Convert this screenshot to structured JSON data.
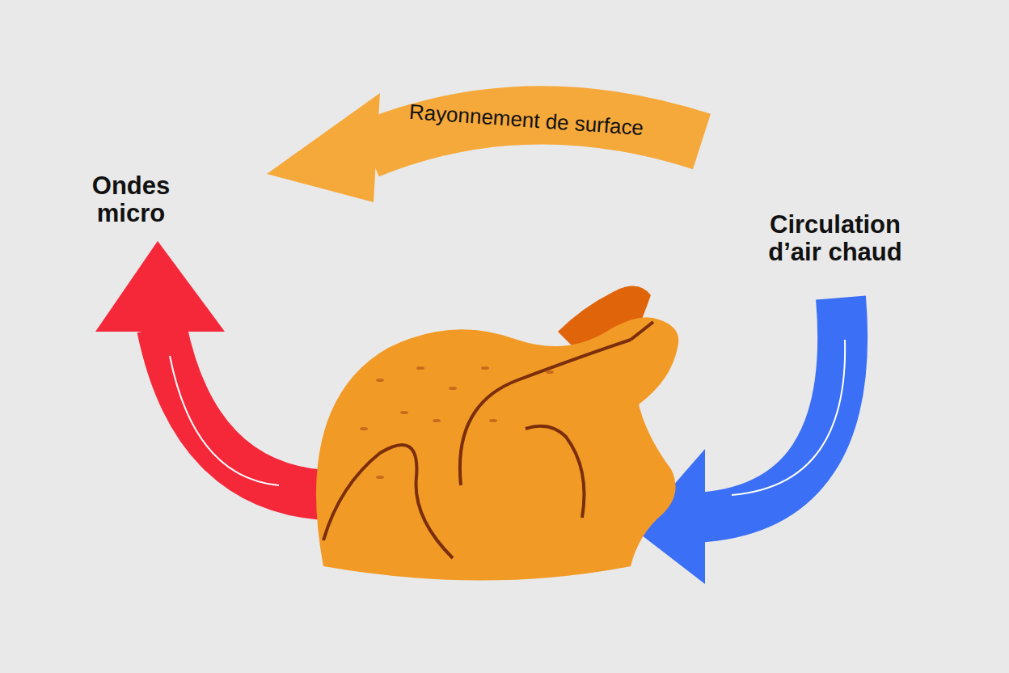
{
  "diagram": {
    "labels": [
      "Rayonnement de surface",
      "Ondes micro",
      "Circulation d’air chaud"
    ]
  }
}
